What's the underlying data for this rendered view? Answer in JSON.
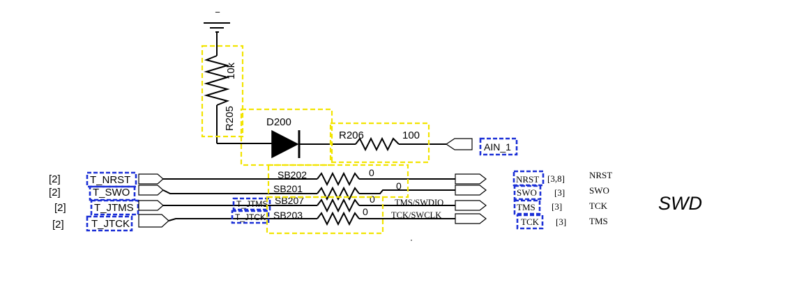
{
  "components": {
    "ground_symbol": "−",
    "r205": {
      "name": "R205",
      "value": "10k"
    },
    "d200": {
      "name": "D200"
    },
    "r206": {
      "name": "R206",
      "value": "100"
    },
    "sb202": {
      "name": "SB202",
      "value": "0"
    },
    "sb201": {
      "name": "SB201",
      "value": "0"
    },
    "sb207": {
      "name": "SB207",
      "value": "0"
    },
    "sb203": {
      "name": "SB203",
      "value": "0"
    }
  },
  "left_ports": [
    {
      "ref": "[2]",
      "label": "T_NRST"
    },
    {
      "ref": "[2]",
      "label": "T_SWO"
    },
    {
      "ref": "[2]",
      "label": "T_JTMS"
    },
    {
      "ref": "[2]",
      "label": "T_JTCK"
    }
  ],
  "mid_tags": {
    "jtms": "T_JTMS",
    "jtck": "T_JTCK"
  },
  "net_labels": {
    "swdio": "TMS/SWDIO",
    "swclk": "TCK/SWCLK"
  },
  "right_ports": [
    {
      "label": "NRST",
      "ref": "[3,8]",
      "signal": "NRST"
    },
    {
      "label": "SWO",
      "ref": "[3]",
      "signal": "SWO"
    },
    {
      "label": "TMS",
      "ref": "[3]",
      "signal": "TCK"
    },
    {
      "label": "TCK",
      "ref": "[3]",
      "signal": "TMS"
    }
  ],
  "ain_port": "AIN_1",
  "section_title": "SWD",
  "colors": {
    "highlight_yellow": "#f2e400",
    "highlight_blue": "#1a2fd6",
    "line": "#000000"
  }
}
